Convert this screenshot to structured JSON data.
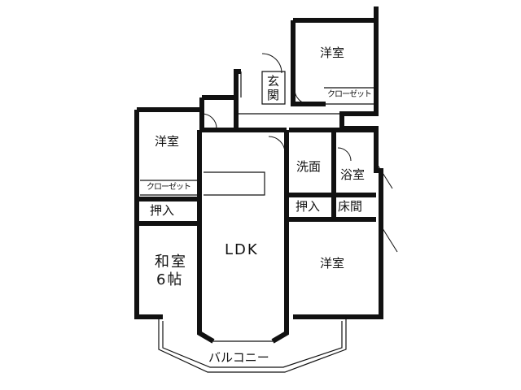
{
  "floorplan": {
    "rooms": {
      "western_north": "洋室",
      "entrance": "玄関",
      "closet_north": "クローゼット",
      "western_west": "洋室",
      "closet_west": "クローゼット",
      "washroom": "洗面",
      "bathroom": "浴室",
      "storage_west": "押入",
      "storage_center": "押入",
      "alcove": "床間",
      "japanese_room": "和室",
      "japanese_room_size": "6帖",
      "ldk": "LDK",
      "western_south": "洋室",
      "balcony": "バルコニー"
    }
  },
  "colors": {
    "wall": "#111111",
    "background": "#ffffff"
  }
}
